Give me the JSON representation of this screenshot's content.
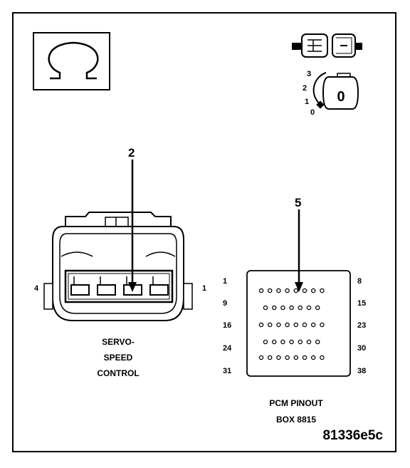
{
  "connector_1": {
    "callout": "2",
    "pin_left": "4",
    "pin_right": "1",
    "label_lines": [
      "SERVO-",
      "SPEED",
      "CONTROL"
    ]
  },
  "connector_2": {
    "callout": "5",
    "row_labels_left": [
      "1",
      "9",
      "16",
      "24",
      "31"
    ],
    "row_labels_right": [
      "8",
      "15",
      "23",
      "30",
      "38"
    ],
    "row_pin_counts": [
      8,
      7,
      8,
      7,
      8
    ],
    "label_lines": [
      "PCM PINOUT",
      "BOX 8815"
    ]
  },
  "ignition_switch": {
    "positions": [
      "3",
      "2",
      "1",
      "0"
    ],
    "key_label": "0"
  },
  "symbols": {
    "ohm": "ohmmeter-icon",
    "connector": "disconnected-connector-icon",
    "key": "ignition-key-icon"
  },
  "figure_id": "81336e5c"
}
